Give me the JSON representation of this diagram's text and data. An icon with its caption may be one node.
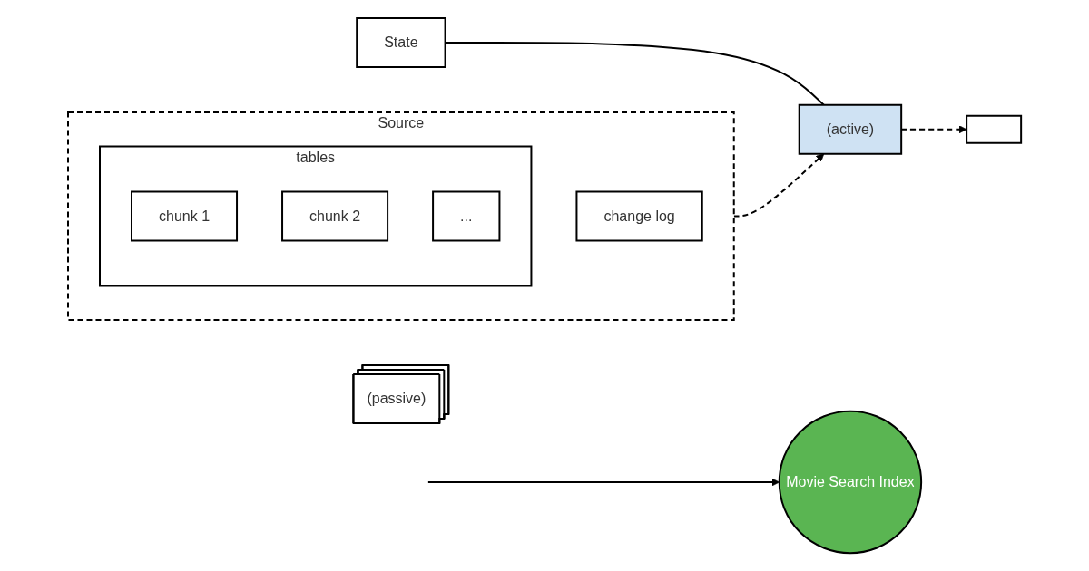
{
  "diagram": {
    "nodes": [
      {
        "text": [
          "Source"
        ]
      },
      {
        "text": [
          "tables"
        ],
        "in": 0
      },
      {
        "text": [
          "chunk 1"
        ],
        "in": 1
      },
      {
        "text": [
          "chunk 2"
        ],
        "in": 1
      },
      {
        "text": [
          "..."
        ],
        "in": 1
      },
      {
        "text": [
          "change log"
        ],
        "in": 0
      },
      {
        "text": [
          "State"
        ]
      },
      {
        "text": [
          "(active)"
        ]
      },
      {
        "text": [
          "(passive)"
        ]
      },
      {
        "text": [],
        "shape": "box"
      },
      {
        "text": [
          "Movie Search Index"
        ]
      }
    ],
    "edges": [
      {
        "from": 0,
        "to": 7,
        "arrow": "to",
        "style": "dashed"
      },
      {
        "from": 6,
        "to": 7,
        "arrow": "none"
      },
      {
        "from": 7,
        "to": 9,
        "arrow": "to",
        "style": "dashed"
      },
      {
        "from": null,
        "to": 10,
        "arrow": "to"
      }
    ]
  }
}
